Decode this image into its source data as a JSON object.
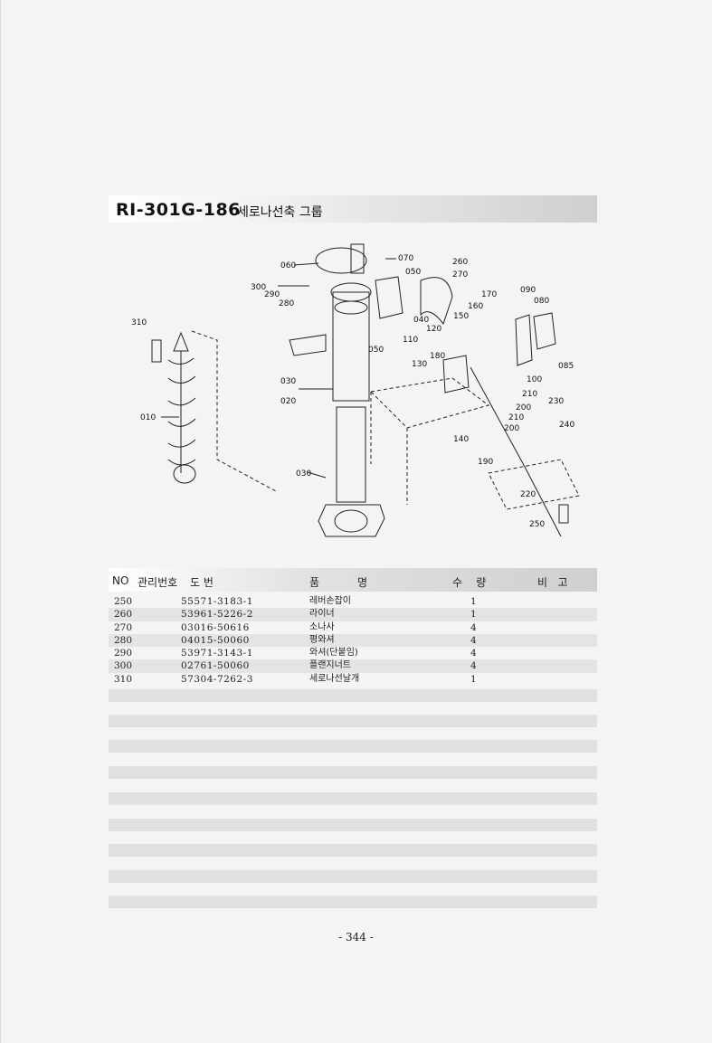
{
  "title": {
    "code": "RI-301G-186",
    "name": "세로나선축 그룹"
  },
  "diagram": {
    "labels": [
      "060",
      "070",
      "050",
      "260",
      "270",
      "300",
      "290",
      "280",
      "040",
      "170",
      "090",
      "080",
      "160",
      "150",
      "120",
      "310",
      "110",
      "050",
      "180",
      "085",
      "130",
      "100",
      "030",
      "210",
      "020",
      "200",
      "230",
      "210",
      "200",
      "240",
      "010",
      "140",
      "190",
      "030",
      "220",
      "250"
    ]
  },
  "table": {
    "headers": {
      "no": "NO",
      "mgmt": "관리번호",
      "drawing": "도    번",
      "name": "품           명",
      "qty": "수    량",
      "remark": "비   고"
    },
    "rows": [
      {
        "no": "250",
        "part": "55571-3183-1",
        "name": "레버손잡이",
        "qty": "1"
      },
      {
        "no": "260",
        "part": "53961-5226-2",
        "name": "라이너",
        "qty": "1"
      },
      {
        "no": "270",
        "part": "03016-50616",
        "name": "소나사",
        "qty": "4"
      },
      {
        "no": "280",
        "part": "04015-50060",
        "name": "평와셔",
        "qty": "4"
      },
      {
        "no": "290",
        "part": "53971-3143-1",
        "name": "와셔(단붙임)",
        "qty": "4"
      },
      {
        "no": "300",
        "part": "02761-50060",
        "name": "플랜지너트",
        "qty": "4"
      },
      {
        "no": "310",
        "part": "57304-7262-3",
        "name": "세로나선날개",
        "qty": "1"
      }
    ]
  },
  "page_number": "- 344 -"
}
